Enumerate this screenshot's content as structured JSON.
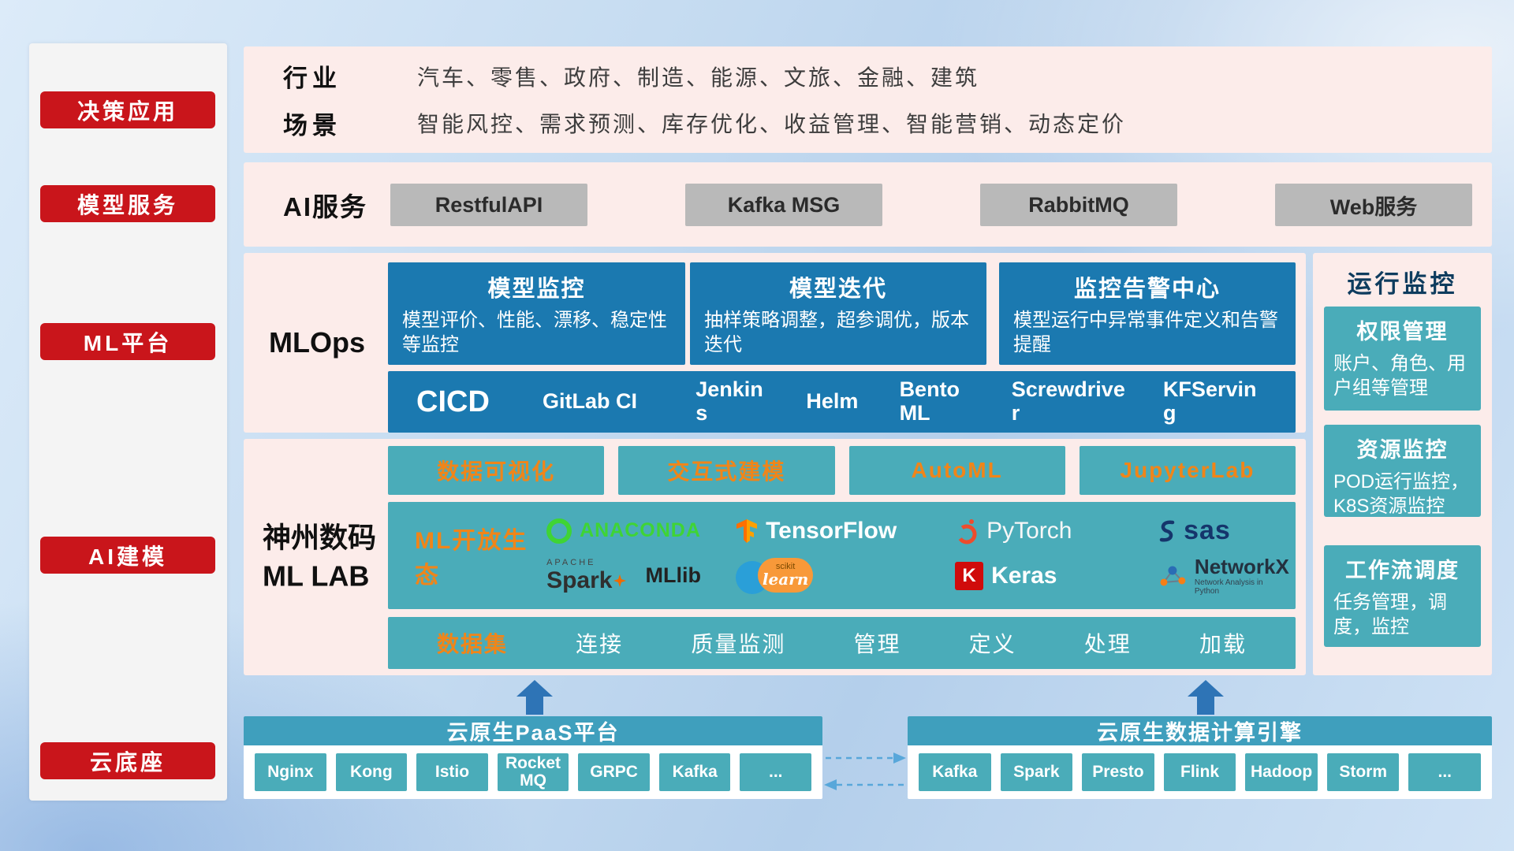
{
  "colors": {
    "red": "#c9151b",
    "pink": "#fcecea",
    "blue": "#1b79b0",
    "teal": "#4aacb9",
    "tealbar": "#3f9fbd",
    "orange": "#f08519",
    "gray": "#b9b9b9",
    "arrow": "#2e74b6",
    "dashed": "#58a7da"
  },
  "sidebar": {
    "items": [
      {
        "label": "决策应用"
      },
      {
        "label": "模型服务"
      },
      {
        "label": "ML平台"
      },
      {
        "label": "AI建模"
      },
      {
        "label": "云底座"
      }
    ]
  },
  "top": {
    "industry_label": "行业",
    "industry_value": "汽车、零售、政府、制造、能源、文旅、金融、建筑",
    "scene_label": "场景",
    "scene_value": "智能风控、需求预测、库存优化、收益管理、智能营销、动态定价"
  },
  "ai_service": {
    "label": "AI服务",
    "buttons": [
      {
        "label": "RestfulAPI"
      },
      {
        "label": "Kafka MSG"
      },
      {
        "label": "RabbitMQ"
      },
      {
        "label": "Web服务"
      }
    ]
  },
  "mlops": {
    "label": "MLOps",
    "cards": [
      {
        "title": "模型监控",
        "desc": "模型评价、性能、漂移、稳定性等监控"
      },
      {
        "title": "模型迭代",
        "desc": "抽样策略调整，超参调优，版本迭代"
      },
      {
        "title": "监控告警中心",
        "desc": "模型运行中异常事件定义和告警提醒"
      }
    ],
    "cicd_label": "CICD",
    "tools": [
      {
        "label": "GitLab CI"
      },
      {
        "label": "Jenkins"
      },
      {
        "label": "Helm"
      },
      {
        "label": "BentoML"
      },
      {
        "label": "Screwdriver"
      },
      {
        "label": "KFServing"
      }
    ]
  },
  "mllab": {
    "name_line1": "神州数码",
    "name_line2": "ML LAB",
    "features": [
      {
        "label": "数据可视化"
      },
      {
        "label": "交互式建模"
      },
      {
        "label": "AutoML"
      },
      {
        "label": "JupyterLab"
      }
    ],
    "ecosystem_label": "ML开放生态",
    "logos": {
      "anaconda": "ANACONDA",
      "tensorflow": "TensorFlow",
      "pytorch": "PyTorch",
      "sas": "sas",
      "spark_apache": "APACHE",
      "spark": "Spark",
      "mllib": "MLlib",
      "sklearn_top": "scikit",
      "sklearn": "learn",
      "keras_badge": "K",
      "keras": "Keras",
      "networkx": "NetworkX",
      "networkx_sub": "Network Analysis in Python"
    },
    "dataset_label": "数据集",
    "dataset_items": [
      {
        "label": "连接"
      },
      {
        "label": "质量监测"
      },
      {
        "label": "管理"
      },
      {
        "label": "定义"
      },
      {
        "label": "处理"
      },
      {
        "label": "加载"
      }
    ]
  },
  "monitoring": {
    "title": "运行监控",
    "cards": [
      {
        "title": "权限管理",
        "desc": "账户、角色、用户组等管理"
      },
      {
        "title": "资源监控",
        "desc": "POD运行监控，K8S资源监控"
      },
      {
        "title": "工作流调度",
        "desc": "任务管理，调度，监控"
      }
    ]
  },
  "bottom": {
    "paas_title": "云原生PaaS平台",
    "paas_items": [
      {
        "label": "Nginx"
      },
      {
        "label": "Kong"
      },
      {
        "label": "Istio"
      },
      {
        "label": "RocketMQ"
      },
      {
        "label": "GRPC"
      },
      {
        "label": "Kafka"
      },
      {
        "label": "..."
      }
    ],
    "engine_title": "云原生数据计算引擎",
    "engine_items": [
      {
        "label": "Kafka"
      },
      {
        "label": "Spark"
      },
      {
        "label": "Presto"
      },
      {
        "label": "Flink"
      },
      {
        "label": "Hadoop"
      },
      {
        "label": "Storm"
      },
      {
        "label": "..."
      }
    ]
  }
}
